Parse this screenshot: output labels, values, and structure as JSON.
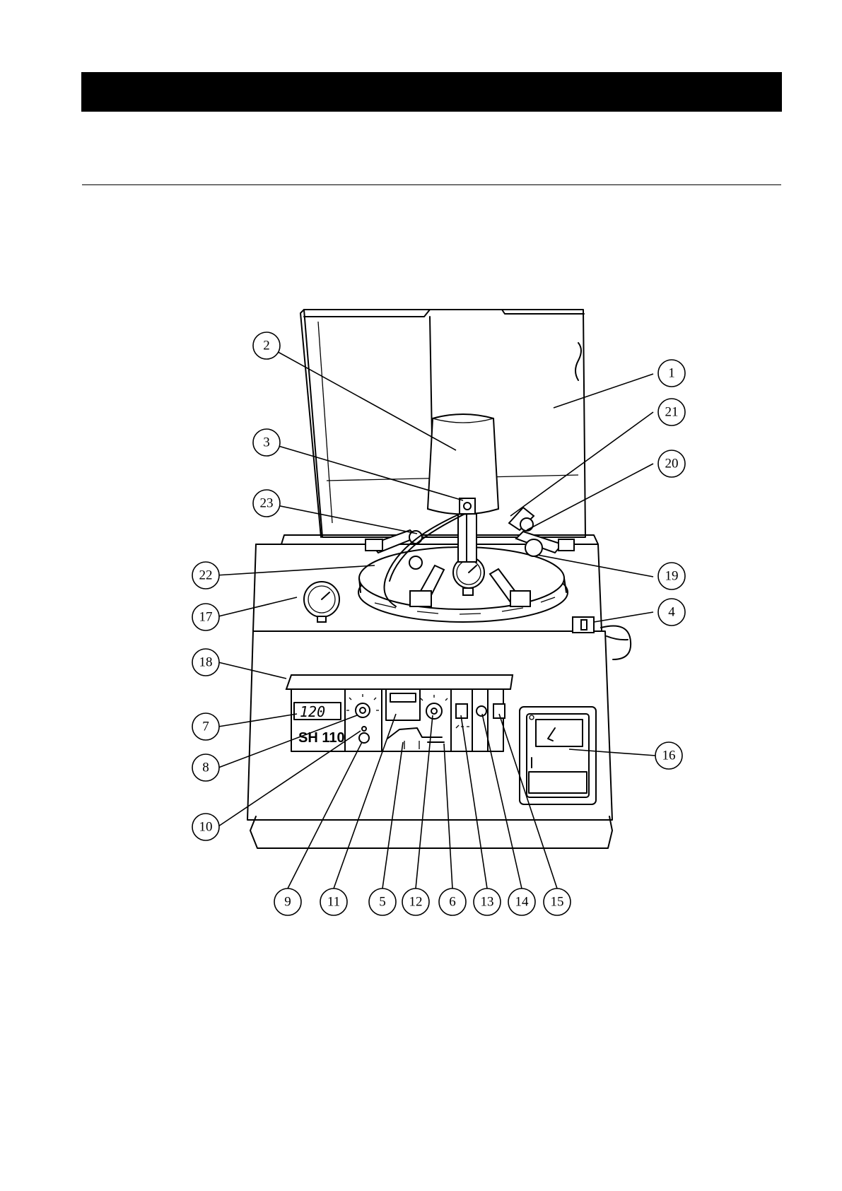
{
  "machine": {
    "display_value": "120",
    "model_label": "SH 110"
  },
  "callouts": [
    {
      "id": "1",
      "label": "1"
    },
    {
      "id": "2",
      "label": "2"
    },
    {
      "id": "3",
      "label": "3"
    },
    {
      "id": "4",
      "label": "4"
    },
    {
      "id": "5",
      "label": "5"
    },
    {
      "id": "6",
      "label": "6"
    },
    {
      "id": "7",
      "label": "7"
    },
    {
      "id": "8",
      "label": "8"
    },
    {
      "id": "9",
      "label": "9"
    },
    {
      "id": "10",
      "label": "10"
    },
    {
      "id": "11",
      "label": "11"
    },
    {
      "id": "12",
      "label": "12"
    },
    {
      "id": "13",
      "label": "13"
    },
    {
      "id": "14",
      "label": "14"
    },
    {
      "id": "15",
      "label": "15"
    },
    {
      "id": "16",
      "label": "16"
    },
    {
      "id": "17",
      "label": "17"
    },
    {
      "id": "18",
      "label": "18"
    },
    {
      "id": "19",
      "label": "19"
    },
    {
      "id": "20",
      "label": "20"
    },
    {
      "id": "21",
      "label": "21"
    },
    {
      "id": "22",
      "label": "22"
    },
    {
      "id": "23",
      "label": "23"
    }
  ]
}
